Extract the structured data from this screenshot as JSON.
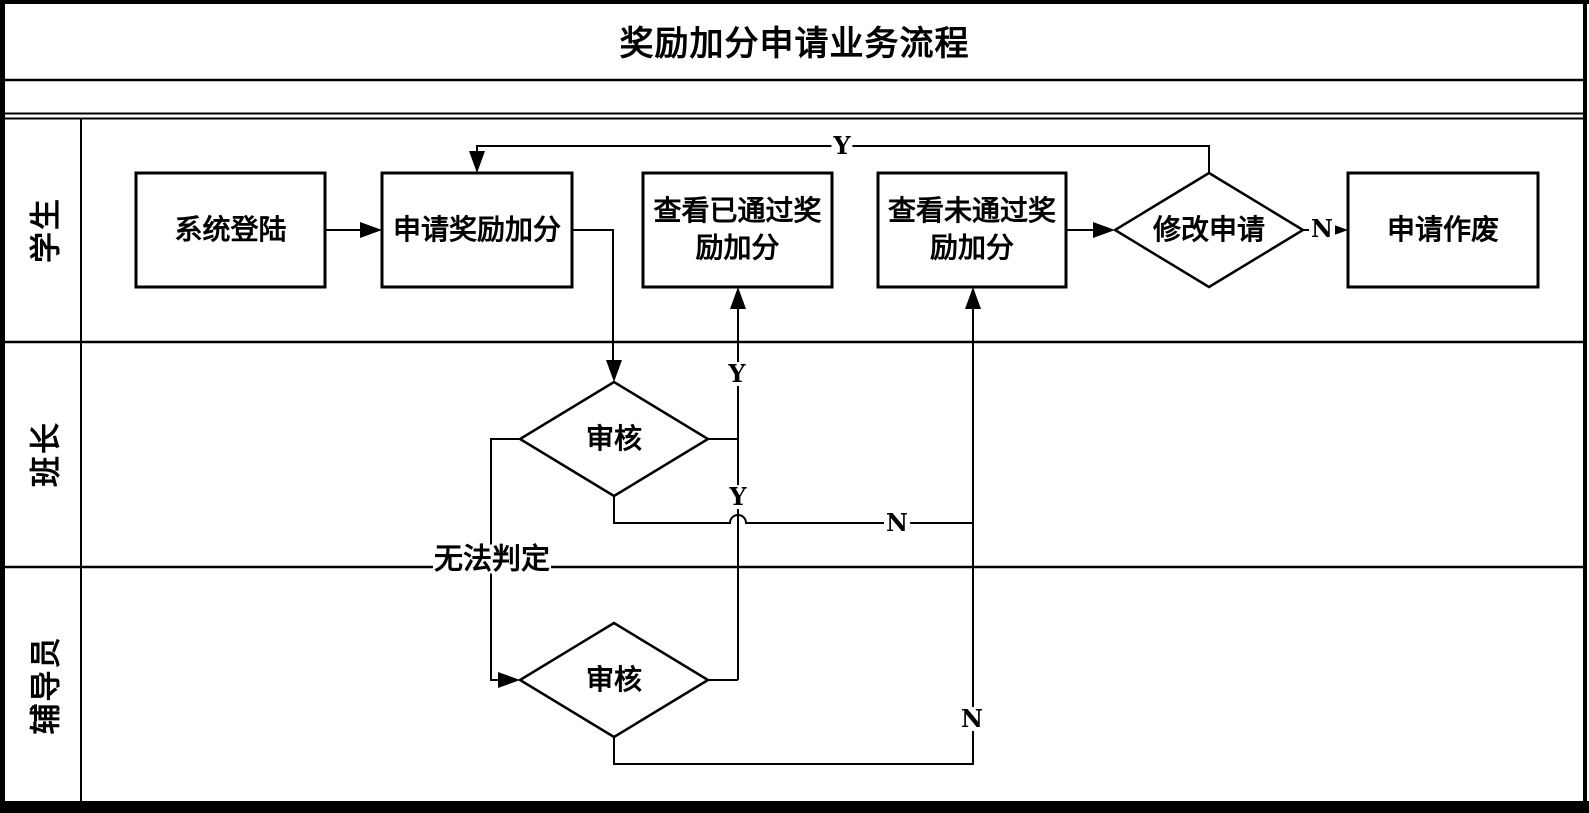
{
  "title": "奖励加分申请业务流程",
  "colors": {
    "line": "#000000",
    "background": "#ffffff",
    "text": "#000000"
  },
  "lanes": [
    {
      "label": "学生"
    },
    {
      "label": "班长"
    },
    {
      "label": "辅导员"
    }
  ],
  "nodes": {
    "login": {
      "type": "process",
      "label": "系统登陆"
    },
    "apply": {
      "type": "process",
      "label": "申请奖励加分"
    },
    "view_approved": {
      "type": "process",
      "label": "查看已通过奖励加分"
    },
    "view_rejected": {
      "type": "process",
      "label": "查看未通过奖励加分"
    },
    "modify": {
      "type": "decision",
      "label": "修改申请"
    },
    "void": {
      "type": "process",
      "label": "申请作废"
    },
    "review_monitor": {
      "type": "decision",
      "label": "审核"
    },
    "review_counselor": {
      "type": "decision",
      "label": "审核"
    }
  },
  "edge_labels": {
    "modify_yes": "Y",
    "monitor_yes": "Y",
    "counselor_yes": "Y",
    "modify_no": "N",
    "monitor_no": "N",
    "counselor_no": "N",
    "undecidable": "无法判定"
  }
}
